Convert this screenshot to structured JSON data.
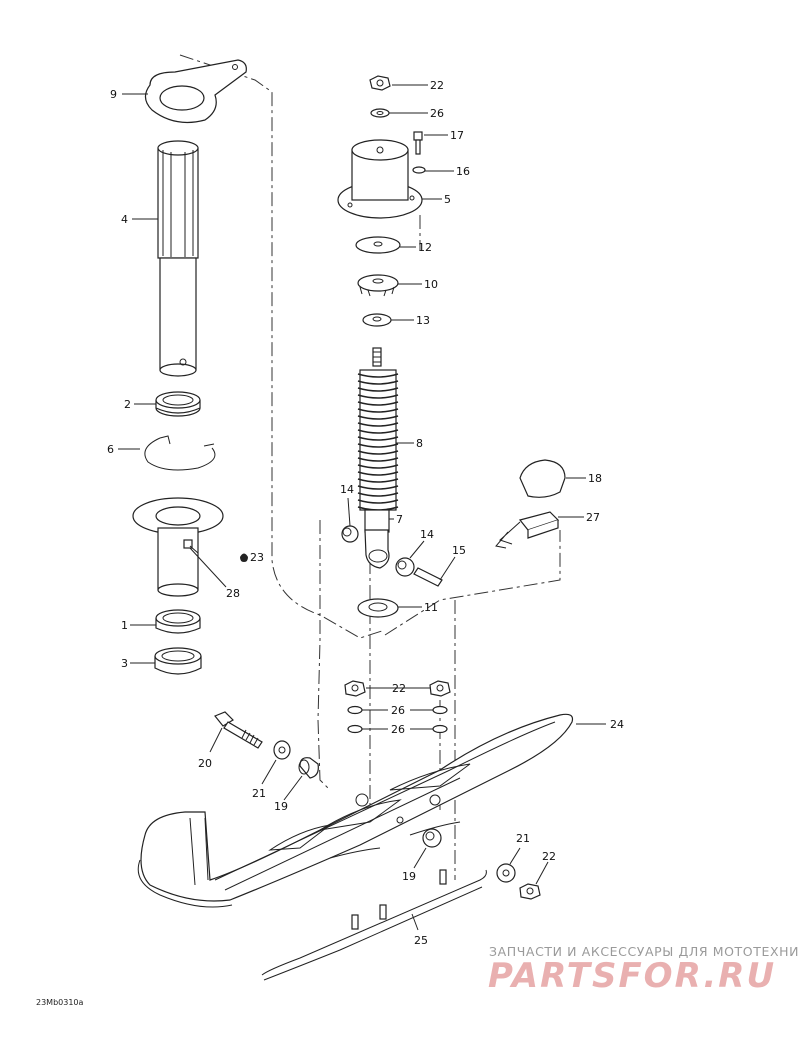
{
  "diagram": {
    "labels": {
      "p1": "1",
      "p2": "2",
      "p3": "3",
      "p4": "4",
      "p5": "5",
      "p6": "6",
      "p7": "7",
      "p8": "8",
      "p9": "9",
      "p10": "10",
      "p11": "11",
      "p12": "12",
      "p13": "13",
      "p14a": "14",
      "p14b": "14",
      "p15": "15",
      "p16": "16",
      "p17": "17",
      "p18": "18",
      "p19a": "19",
      "p19b": "19",
      "p20": "20",
      "p21a": "21",
      "p21b": "21",
      "p22a": "22",
      "p22b": "22",
      "p22c": "22",
      "p23": "23",
      "p24": "24",
      "p25": "25",
      "p26a": "26",
      "p26b": "26",
      "p26c": "26",
      "p27": "27",
      "p28": "28"
    },
    "drawing_code": "23Mb0310a"
  },
  "watermark": {
    "line1": "ЗАПЧАСТИ И АКСЕССУАРЫ ДЛЯ МОТОТЕХНИКИ",
    "line2": "PARTSFOR.RU",
    "color": "#e9b0b0"
  }
}
